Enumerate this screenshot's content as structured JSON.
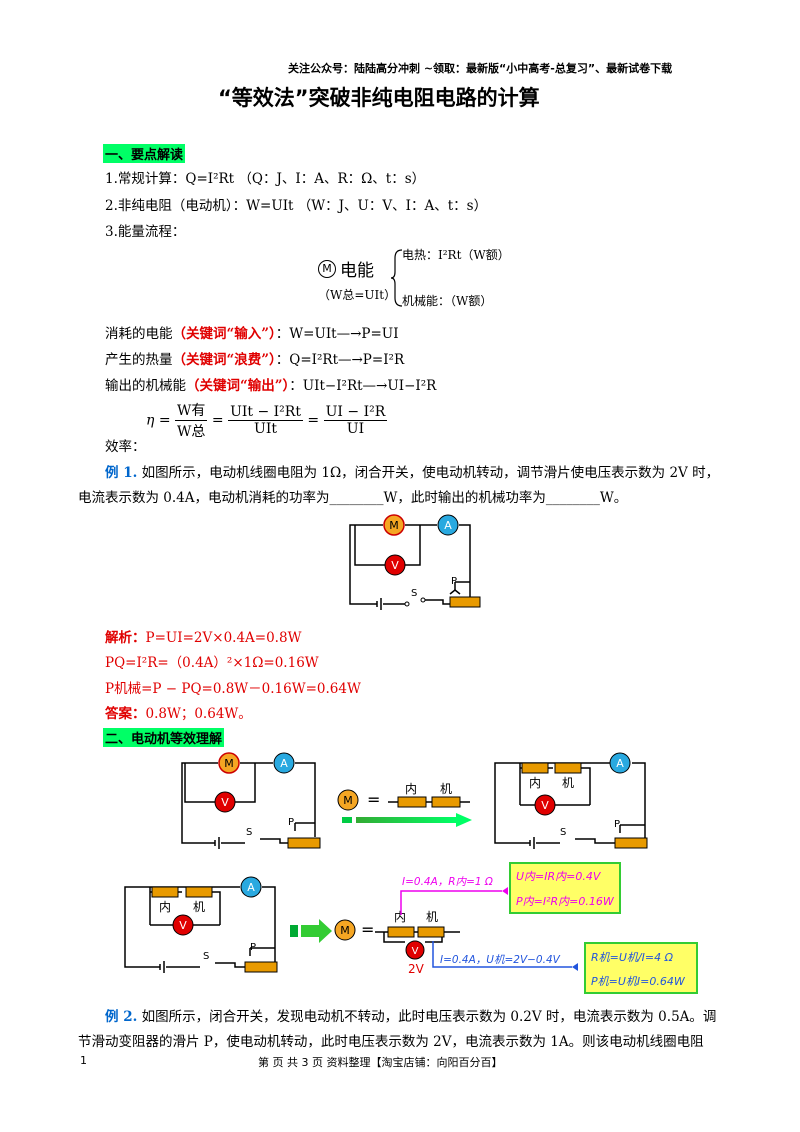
{
  "header": {
    "text": "关注公众号：陆陆高分冲刺  ~领取：最新版“小中高考-总复习”、最新试卷下载"
  },
  "title": "“等效法”突破非纯电阻电路的计算",
  "section1": {
    "heading": "一、要点解读",
    "l1": "1.常规计算：Q=I²Rt （Q：J、I：A、R：Ω、t：s）",
    "l2": "2.非纯电阻（电动机）：W=UIt （W：J、U：V、I：A、t：s）",
    "l3": "3.能量流程：",
    "flow": {
      "motor": "M",
      "energy": "电能",
      "total": "（W总=UIt）",
      "heat": "电热：I²Rt（W额）",
      "mech": "机械能：（W额）"
    },
    "consume_pre": "消耗的电能",
    "consume_kw": "（关键词“输入”）",
    "consume_eq": "：W=UIt—→P=UI",
    "heat_pre": "产生的热量",
    "heat_kw": "（关键词“浪费”）",
    "heat_eq": "：Q=I²Rt—→P=I²R",
    "mech_pre": "输出的机械能",
    "mech_kw": "（关键词“输出”）",
    "mech_eq": "：UIt−I²Rt—→UI−I²R",
    "eff_label": "效率：",
    "eff": {
      "eta": "η =",
      "f1n": "W有",
      "f1d": "W总",
      "f2n": "UIt − I²Rt",
      "f2d": "UIt",
      "f3n": "UI − I²R",
      "f3d": "UI"
    }
  },
  "example1": {
    "label": "例 1.",
    "text1": "如图所示，电动机线圈电阻为 1Ω，闭合开关，使电动机转动，调节滑片使电压表示数为 2V 时，",
    "text2": "电流表示数为 0.4A，电动机消耗的功率为________W，此时输出的机械功率为________W。",
    "sol_label": "解析：",
    "sol1": "P=UI=2V×0.4A=0.8W",
    "sol2": "PQ=I²R=（0.4A）²×1Ω=0.16W",
    "sol3": "P机械=P − PQ=0.8W－0.16W=0.64W",
    "ans_label": "答案：",
    "ans": "0.8W；0.64W。"
  },
  "section2": {
    "heading": "二、电动机等效理解",
    "motor": "M",
    "equals": "=",
    "inner": "内",
    "mech": "机",
    "ammeter": "A",
    "voltmeter": "V",
    "switch": "S",
    "slider": "P",
    "box1_l1": "U内=IR内=0.4V",
    "box1_l2": "P内=I²R内=0.16W",
    "box2_l1": "R机=U机/I=4 Ω",
    "box2_l2": "P机=U机I=0.64W",
    "ann1": "I=0.4A，R内=1 Ω",
    "ann2": "I=0.4A，U机=2V−0.4V",
    "v2": "2V"
  },
  "example2": {
    "label": "例 2.",
    "text1": "如图所示，闭合开关，发现电动机不转动，此时电压表示数为 0.2V 时，电流表示数为 0.5A。调",
    "text2": "节滑动变阻器的滑片 P，使电动机转动，此时电压表示数为 2V，电流表示数为 1A。则该电动机线圈电阻"
  },
  "footer": {
    "page_num": "1",
    "center": "第  页 共 3 页    资料整理【淘宝店铺：向阳百分百】"
  },
  "colors": {
    "section_bg": "#00ff66",
    "red": "#e00000",
    "resistor": "#e89a00",
    "ammeter": "#29a9e0",
    "voltmeter": "#e00000",
    "motor": "#f5a623",
    "box_bg": "#ffff66",
    "box_border": "#33cc33"
  }
}
